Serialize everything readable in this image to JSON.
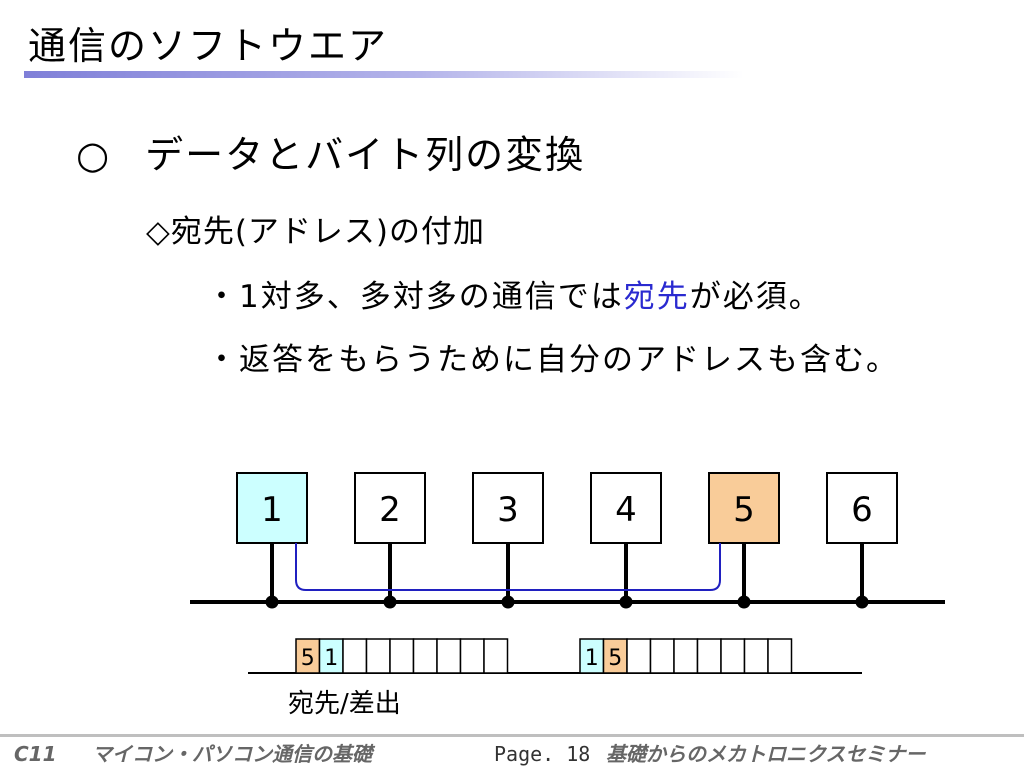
{
  "slide": {
    "title": "通信のソフトウエア",
    "heading_bullet": "○",
    "heading": "データとバイト列の変換",
    "sub_heading": "◇宛先(アドレス)の付加",
    "point1_prefix": "・1対多、多対多の通信では",
    "point1_highlight": "宛先",
    "point1_suffix": "が必須。",
    "point2": "・返答をもらうために自分のアドレスも含む。"
  },
  "diagram": {
    "nodes": [
      {
        "label": "1",
        "fill": "#ccffff"
      },
      {
        "label": "2",
        "fill": "#ffffff"
      },
      {
        "label": "3",
        "fill": "#ffffff"
      },
      {
        "label": "4",
        "fill": "#ffffff"
      },
      {
        "label": "5",
        "fill": "#f9cc99"
      },
      {
        "label": "6",
        "fill": "#ffffff"
      }
    ],
    "packets": [
      {
        "cells": [
          "5",
          "1",
          "",
          "",
          "",
          "",
          "",
          "",
          ""
        ],
        "fills": [
          "#f9cc99",
          "#ccffff"
        ]
      },
      {
        "cells": [
          "1",
          "5",
          "",
          "",
          "",
          "",
          "",
          "",
          ""
        ],
        "fills": [
          "#ccffff",
          "#f9cc99"
        ]
      }
    ],
    "packet_caption": "宛先/差出",
    "colors": {
      "path": "#2020c0",
      "bus": "#000000"
    }
  },
  "footer": {
    "code": "C11",
    "course": "マイコン・パソコン通信の基礎",
    "page": "Page. 18",
    "series": "基礎からのメカトロニクスセミナー"
  }
}
